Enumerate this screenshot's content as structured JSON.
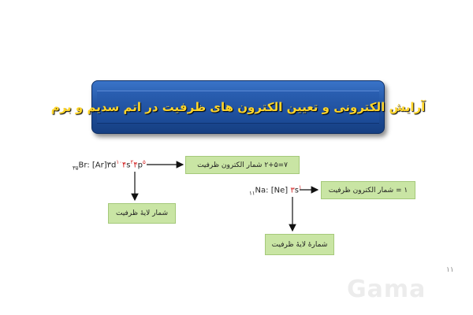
{
  "title": "آرایش الکترونی و تعیین الکترون های ظرفیت در اتم سدیم و برم",
  "br": {
    "atomic_number": "۳۵",
    "prefix": "Br: [Ar]",
    "n3": "۳",
    "d": "d",
    "d_exp": "۱۰",
    "n4s": "۴",
    "s": "s",
    "s_exp": "۲",
    "n4p": "۴",
    "p": "p",
    "p_exp": "۵",
    "valence_box": "۷=۲+۵ شمار الکترون ظرفیت",
    "layer_box": "شمار لایهٔ ظرفیت"
  },
  "na": {
    "atomic_number": "۱۱",
    "prefix": "Na: [Ne]",
    "n3": "۳",
    "s": "s",
    "s_exp": "۱",
    "valence_box": "۱ = شمار الکترون ظرفیت",
    "layer_box": "شمارهٔ لایهٔ ظرفیت"
  },
  "page_number": "۱۱",
  "watermark": "Gama",
  "colors": {
    "banner": "#1e4f9c",
    "title": "#ffd52a",
    "box": "#c9e5a4",
    "highlight": "#d21f1f"
  }
}
